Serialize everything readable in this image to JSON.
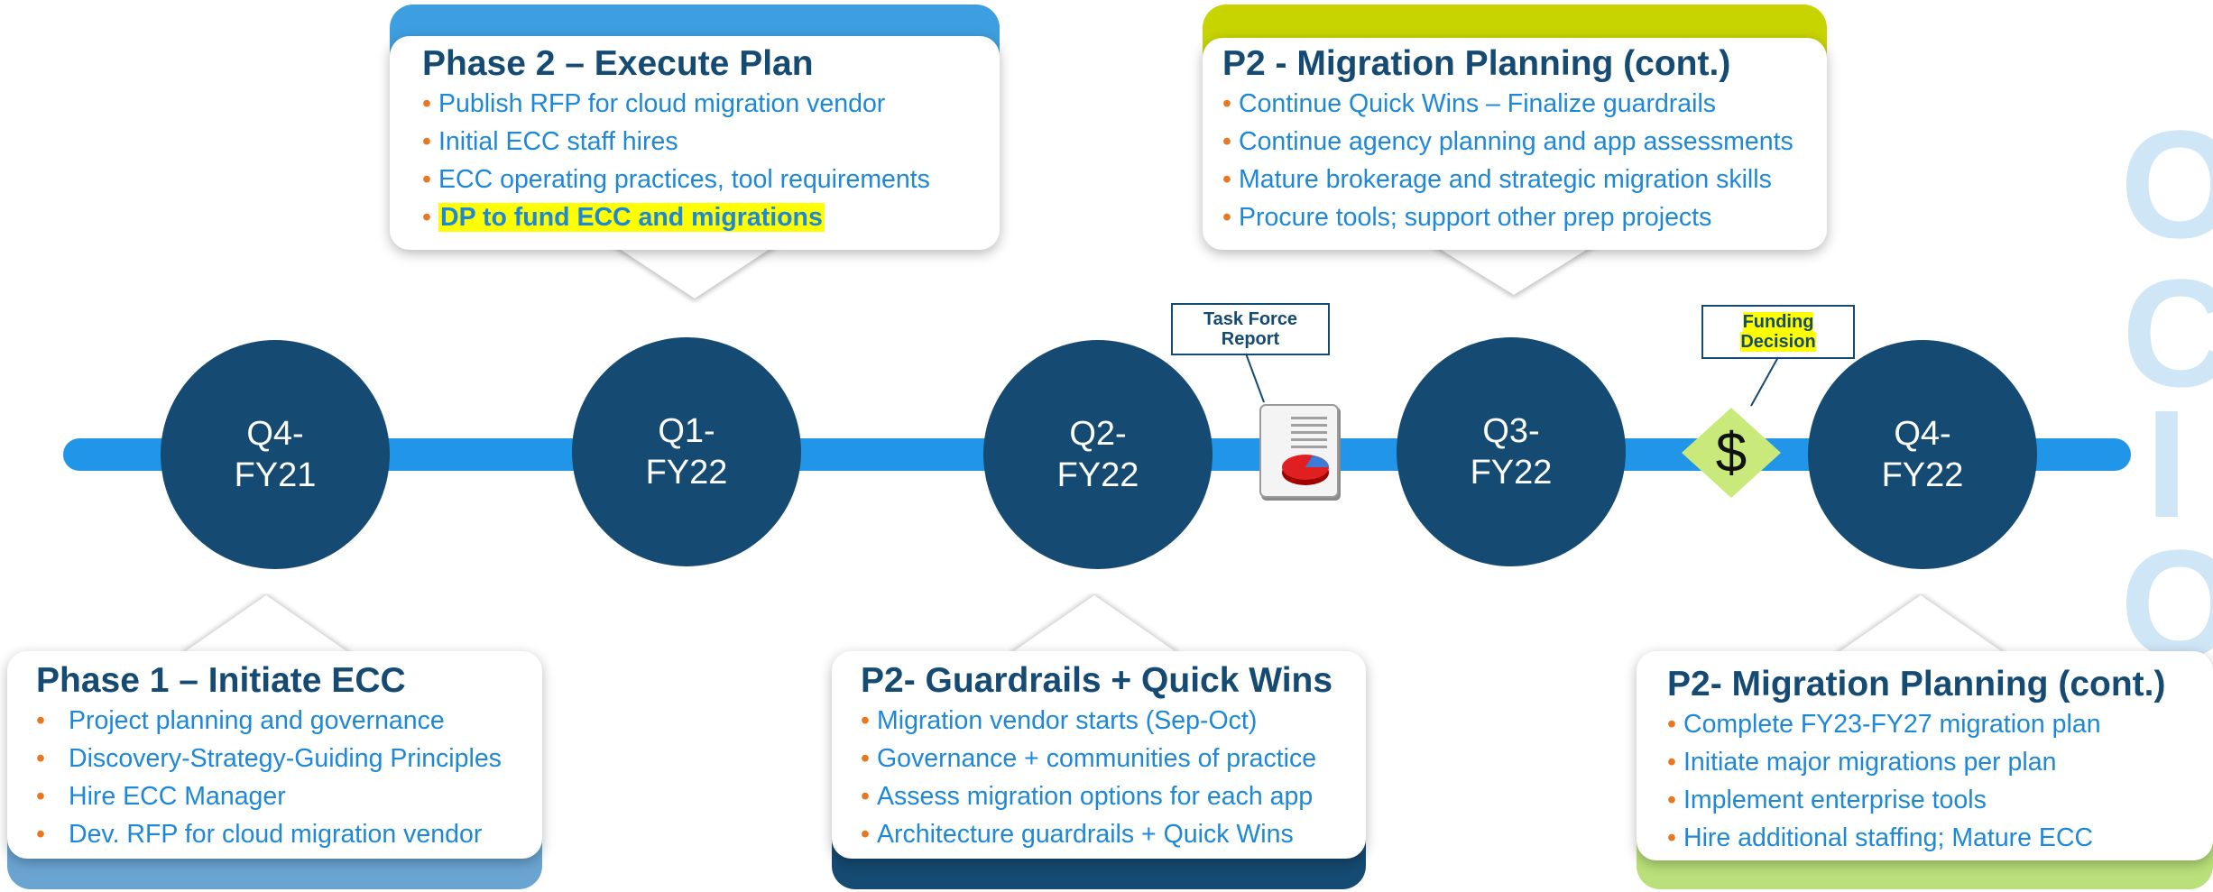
{
  "timeline": {
    "nodes": [
      {
        "line1": "Q4-",
        "line2": "FY21"
      },
      {
        "line1": "Q1-",
        "line2": "FY22"
      },
      {
        "line1": "Q2-",
        "line2": "FY22"
      },
      {
        "line1": "Q3-",
        "line2": "FY22"
      },
      {
        "line1": "Q4-",
        "line2": "FY22"
      }
    ]
  },
  "colors": {
    "node": "#154a72",
    "bar": "#2196e8",
    "title": "#154a72",
    "bullet_text": "#1e88d8",
    "bullet_dot": "#e87722",
    "phase1_tab": "#6aa5d2",
    "phase2_tab": "#3d9fe0",
    "guardrails_tab": "#154a72",
    "migration_top_tab": "#c8d400",
    "migration_bottom_tab": "#b9e07a",
    "highlight": "#ffff00"
  },
  "callouts": {
    "phase1": {
      "title": "Phase 1 – Initiate ECC",
      "items": [
        "Project planning and governance",
        "Discovery-Strategy-Guiding Principles",
        "Hire ECC Manager",
        "Dev. RFP for cloud migration vendor"
      ]
    },
    "phase2": {
      "title": "Phase 2 – Execute Plan",
      "items": [
        "Publish RFP for cloud migration vendor",
        "Initial ECC staff hires",
        "ECC operating practices, tool requirements"
      ],
      "highlight_item": "DP to fund ECC and migrations"
    },
    "guardrails": {
      "title": "P2- Guardrails + Quick Wins",
      "items": [
        "Migration vendor starts (Sep-Oct)",
        "Governance + communities of practice",
        "Assess migration options for each app",
        "Architecture guardrails + Quick Wins"
      ]
    },
    "migration_top": {
      "title": "P2 - Migration Planning (cont.)",
      "items": [
        "Continue Quick Wins – Finalize guardrails",
        "Continue agency planning and app assessments",
        "Mature brokerage and strategic migration skills",
        "Procure tools; support other prep projects"
      ]
    },
    "migration_bottom": {
      "title": "P2- Migration Planning (cont.)",
      "items": [
        "Complete FY23-FY27 migration plan",
        "Initiate major migrations per plan",
        "Implement enterprise tools",
        "Hire additional staffing; Mature ECC"
      ]
    }
  },
  "milestones": {
    "task_force": {
      "line1": "Task Force",
      "line2": "Report",
      "icon": "report-icon"
    },
    "funding": {
      "line1": "Funding",
      "line2": "Decision",
      "icon": "dollar-icon",
      "symbol": "$"
    }
  },
  "side_letters": [
    "O",
    "C",
    "I",
    "O"
  ]
}
